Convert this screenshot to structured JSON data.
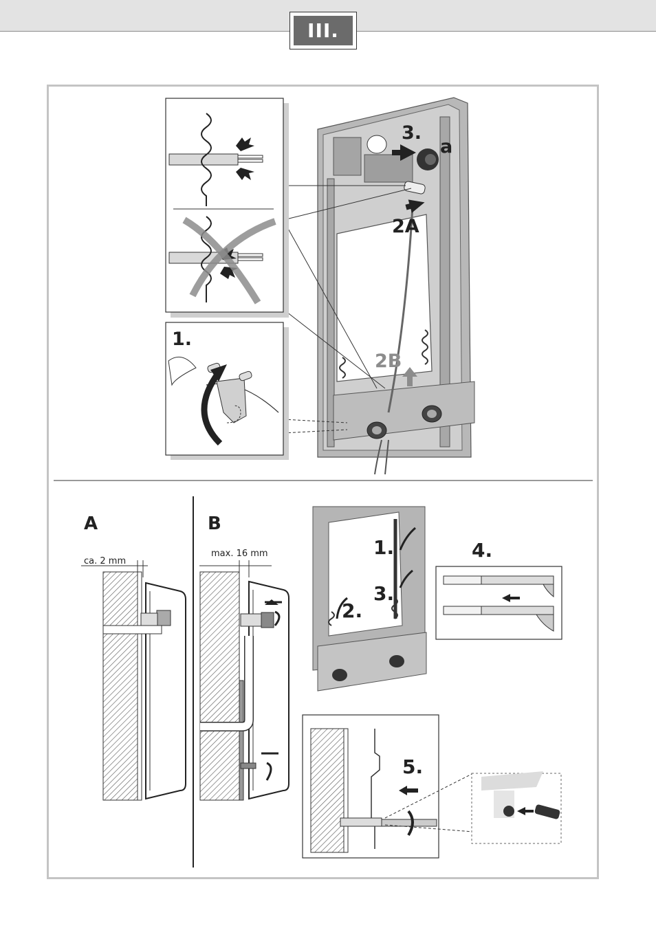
{
  "section": {
    "number": "III."
  },
  "top": {
    "labels": {
      "step3": "3.",
      "a": "a",
      "step2a": "2A",
      "step2b": "2B",
      "step1": "1."
    }
  },
  "bottom": {
    "panel_a": {
      "letter": "A",
      "dimension": "ca. 2 mm"
    },
    "panel_b": {
      "letter": "B",
      "dimension": "max. 16 mm"
    },
    "mount": {
      "step1": "1.",
      "step2": "2.",
      "step3": "3."
    },
    "step4": {
      "label": "4."
    },
    "step5": {
      "label": "5."
    }
  },
  "colors": {
    "frame_border": "#c4c4c4",
    "badge_bg": "#6b6b6b",
    "device_grey": "#b5b5b5",
    "accent_grey": "#8c8c8c"
  }
}
